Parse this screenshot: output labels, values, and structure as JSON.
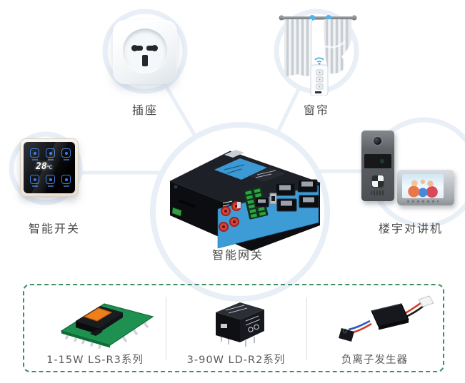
{
  "diagram": {
    "center": {
      "label": "智能网关"
    },
    "devices": {
      "socket": {
        "label": "插座"
      },
      "curtain": {
        "label": "窗帘"
      },
      "smart_switch": {
        "label": "智能开关",
        "display_value": "28",
        "display_unit": "℃"
      },
      "intercom": {
        "label": "楼宇对讲机"
      }
    }
  },
  "modules": {
    "items": [
      {
        "label": "1-15W LS-R3系列"
      },
      {
        "label": "3-90W LD-R2系列"
      },
      {
        "label": "负离子发生器"
      }
    ]
  },
  "colors": {
    "connection_line": "#e9eff7",
    "dashed_border": "#3e8e63",
    "node_label_text": "#4a4a4a",
    "module_label_text": "#595959",
    "gateway_front_blue": "#3d9bd6",
    "wifi_blue": "#54b2e9",
    "switch_icon_blue": "#3d7ede"
  },
  "icon_names": [
    "wifi-icon",
    "camera-icon",
    "speaker-grille-icon",
    "touch-icon",
    "ethernet-port-icon"
  ]
}
